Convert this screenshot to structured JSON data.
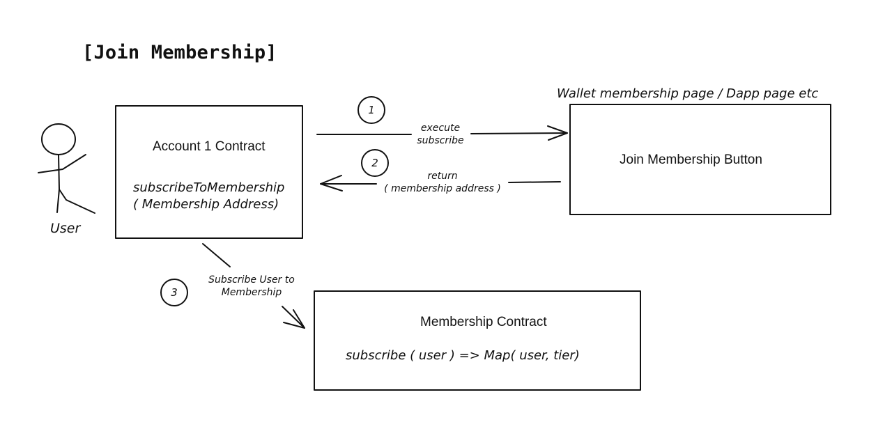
{
  "diagram": {
    "title": "[Join Membership]",
    "actor": {
      "label": "User"
    },
    "account_contract": {
      "title": "Account 1 Contract",
      "method": "subscribeToMembership",
      "param": "( Membership Address)"
    },
    "wallet_page": {
      "caption": "Wallet membership page / Dapp page etc",
      "button_label": "Join Membership Button"
    },
    "membership_contract": {
      "title": "Membership Contract",
      "code": "subscribe ( user ) =>  Map( user, tier)"
    },
    "steps": [
      {
        "number": "1",
        "label_line1": "execute",
        "label_line2": "subscribe"
      },
      {
        "number": "2",
        "label_line1": "return",
        "label_line2": "( membership address )"
      },
      {
        "number": "3",
        "label_line1": "Subscribe User to",
        "label_line2": "Membership"
      }
    ],
    "colors": {
      "ink": "#111111",
      "background": "#ffffff"
    }
  }
}
